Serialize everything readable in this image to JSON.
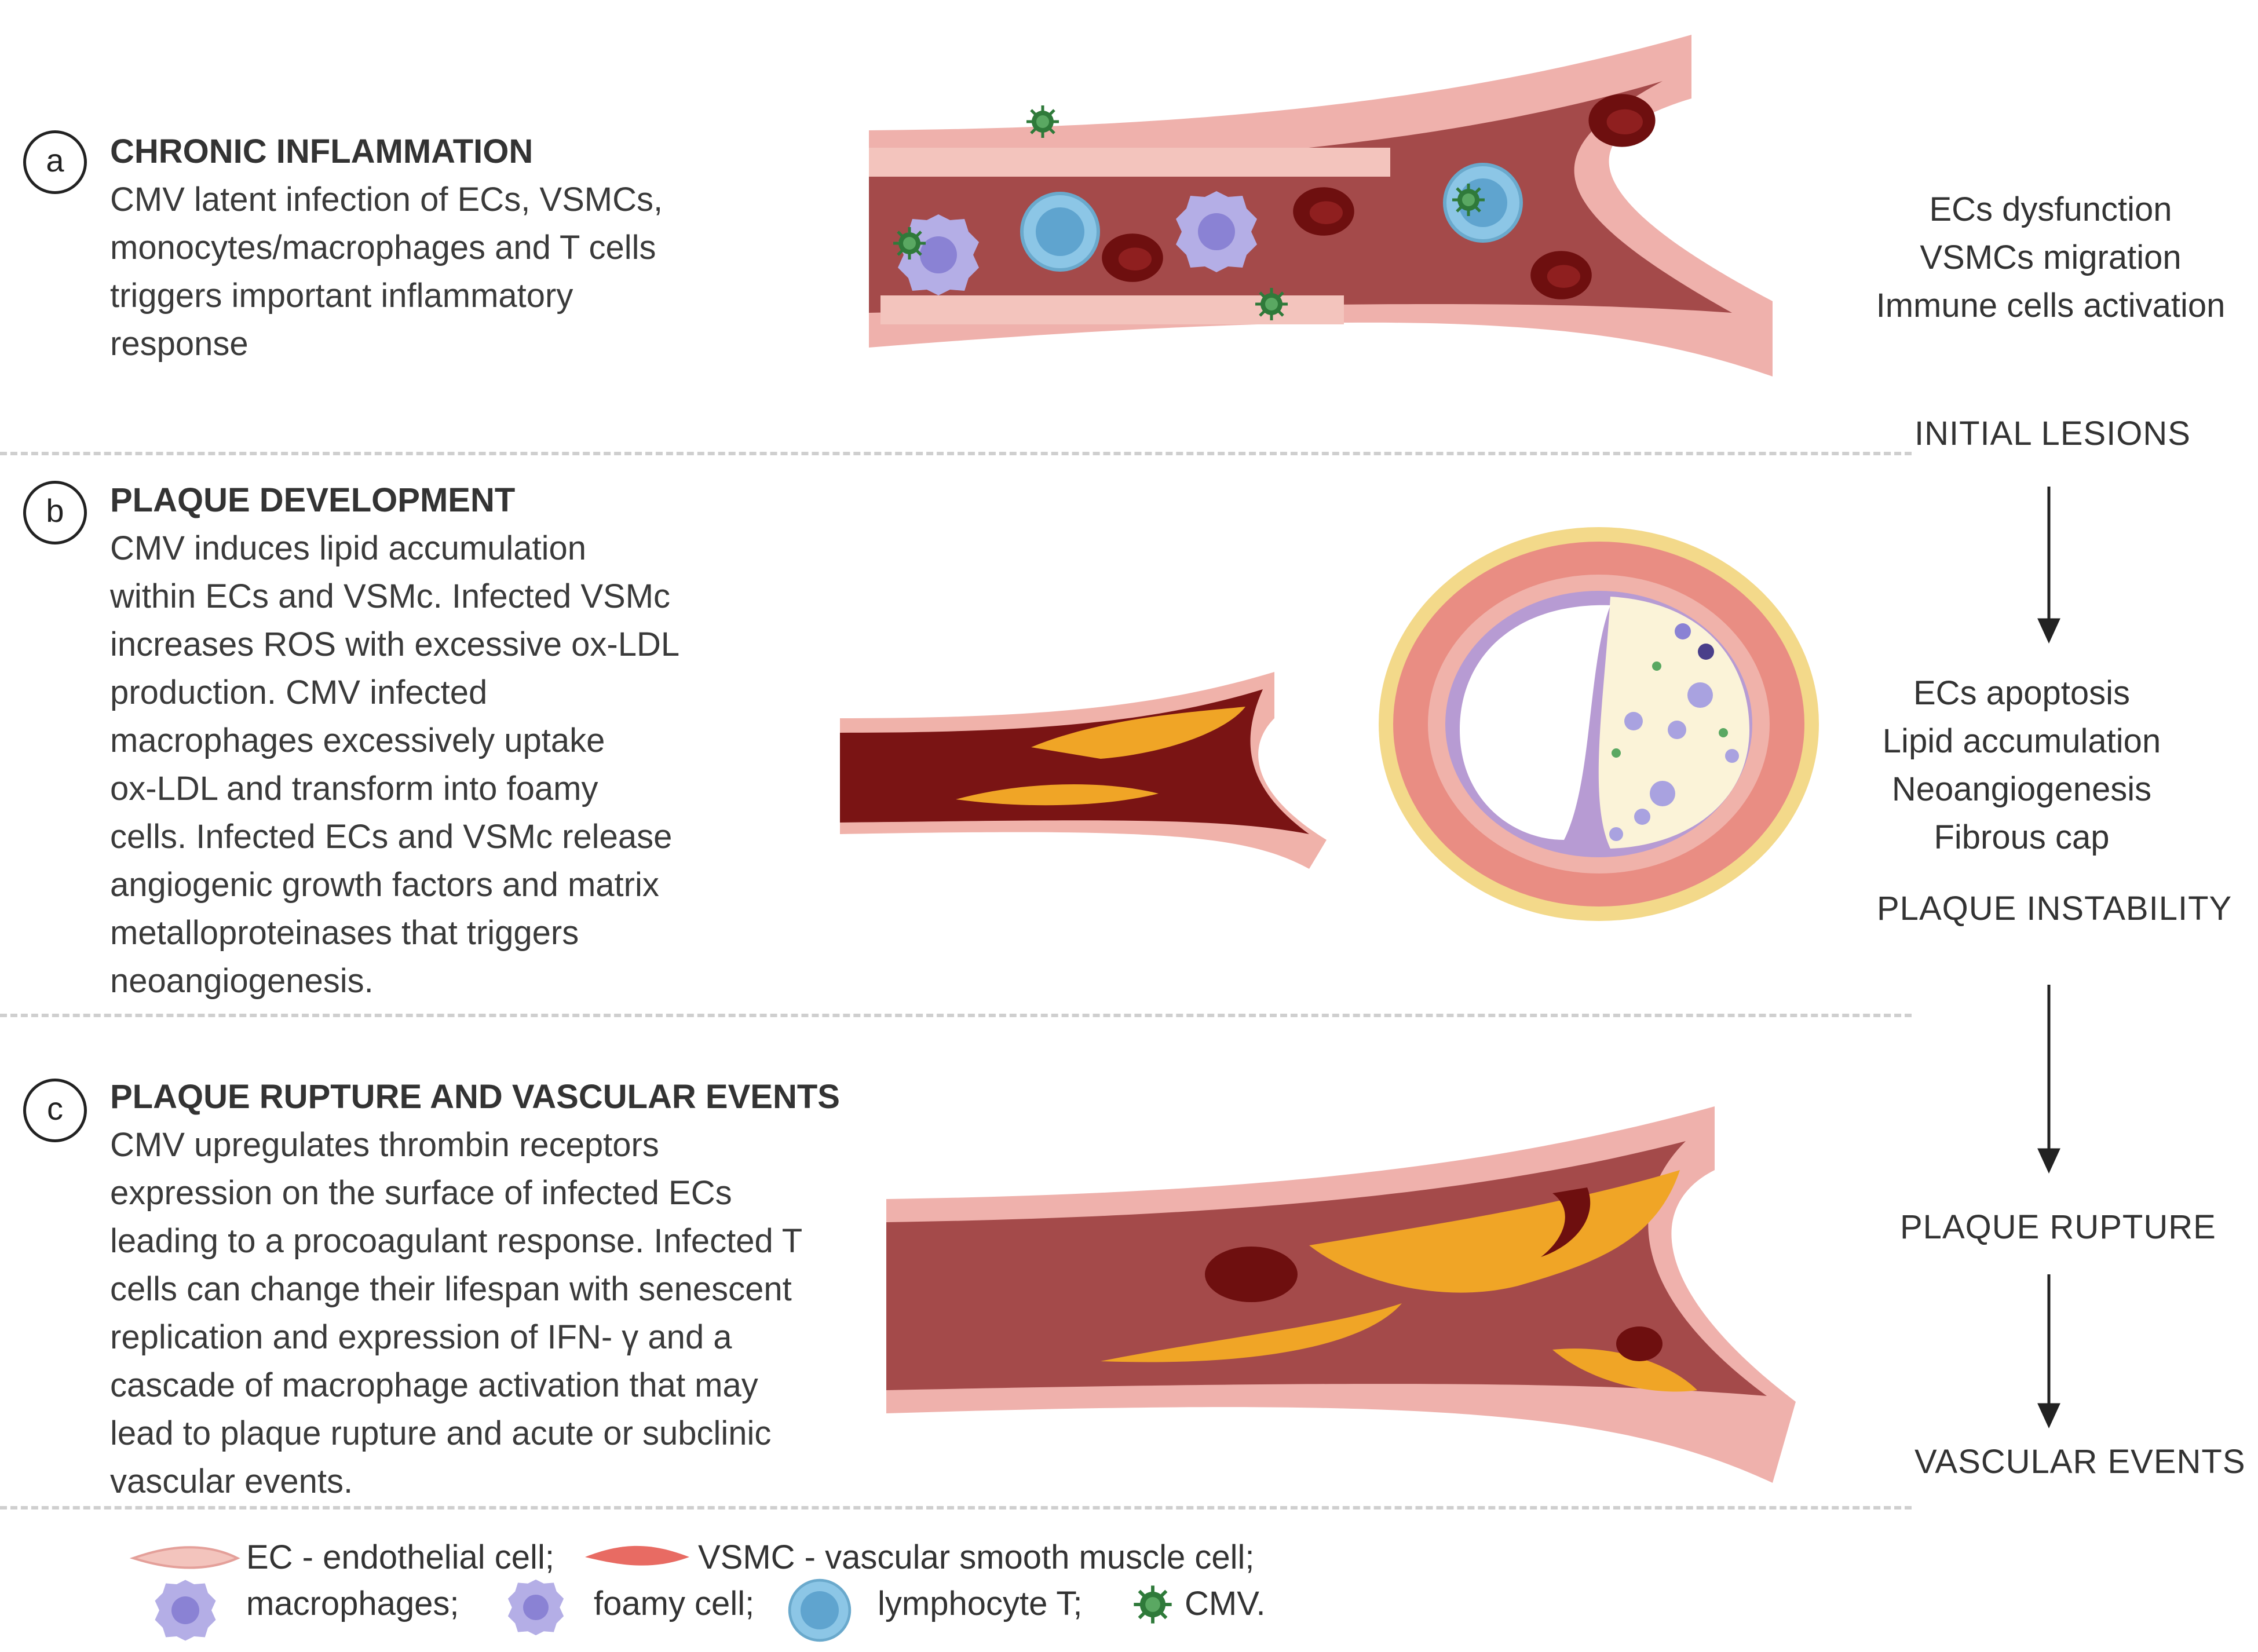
{
  "panels": [
    {
      "letter": "a",
      "title": "CHRONIC INFLAMMATION",
      "body": "CMV latent infection of ECs, VSMCs,\nmonocytes/macrophages and T cells\ntriggers important inflammatory\nresponse"
    },
    {
      "letter": "b",
      "title": "PLAQUE DEVELOPMENT",
      "body": "CMV induces lipid accumulation\nwithin ECs and VSMc. Infected VSMc\nincreases ROS with excessive ox-LDL\nproduction. CMV infected\nmacrophages excessively uptake\nox-LDL and transform into foamy\ncells. Infected ECs and VSMc release\nangiogenic growth factors and matrix\nmetalloproteinases that triggers\nneoangiogenesis."
    },
    {
      "letter": "c",
      "title": "PLAQUE RUPTURE AND VASCULAR EVENTS",
      "body": "CMV upregulates thrombin receptors\nexpression on the surface of infected ECs\nleading to a procoagulant response. Infected T\ncells can change their lifespan with senescent\nreplication and expression of IFN- γ and a\ncascade of macrophage activation that may\nlead to plaque rupture and acute or subclinic\nvascular events."
    }
  ],
  "side_notes": {
    "a": [
      "ECs dysfunction",
      "VSMCs migration",
      "Immune cells activation"
    ],
    "b": [
      "ECs apoptosis",
      "Lipid accumulation",
      "Neoangiogenesis",
      "Fibrous cap"
    ]
  },
  "stages": {
    "initial": "INITIAL LESIONS",
    "instability": "PLAQUE INSTABILITY",
    "rupture": "PLAQUE RUPTURE",
    "events": "VASCULAR EVENTS"
  },
  "legend": {
    "ec": "EC - endothelial cell;",
    "vsmc": "VSMC - vascular smooth muscle cell;",
    "macrophage": "macrophages;",
    "foamy": "foamy cell;",
    "lymphocyte": "lymphocyte T;",
    "cmv": "CMV."
  },
  "colors": {
    "vessel_wall": "#e9a0a0",
    "lumen": "#a44a4a",
    "lipid": "#e8961f",
    "rbc": "#6e0f0f",
    "cmv": "#2f7a3a",
    "lymphocyte": "#8cc6e6",
    "macrophage": "#a9a2e0"
  }
}
